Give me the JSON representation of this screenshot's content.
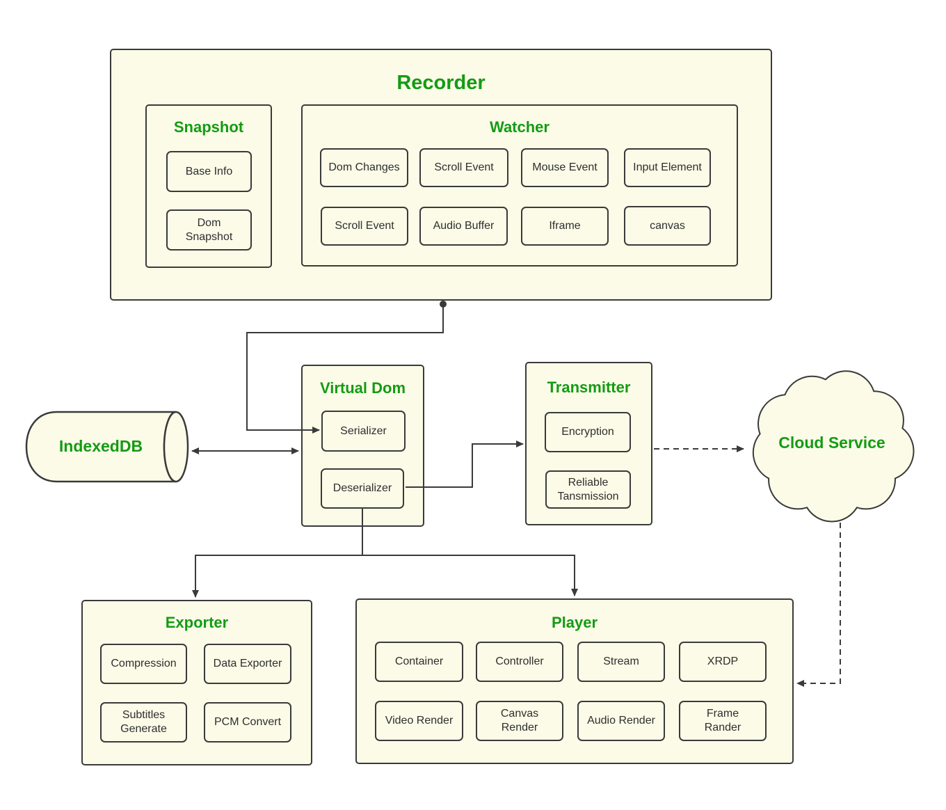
{
  "colors": {
    "accent_green": "#149B14",
    "node_fill": "#FBFBE8",
    "border": "#3a3a3a",
    "text": "#2e2e2e"
  },
  "recorder": {
    "title": "Recorder",
    "snapshot": {
      "title": "Snapshot",
      "items": [
        "Base Info",
        "Dom Snapshot"
      ]
    },
    "watcher": {
      "title": "Watcher",
      "items": [
        "Dom Changes",
        "Scroll Event",
        "Mouse Event",
        "Input Element",
        "Scroll Event",
        "Audio Buffer",
        "Iframe",
        "canvas"
      ]
    }
  },
  "virtual_dom": {
    "title": "Virtual Dom",
    "items": [
      "Serializer",
      "Deserializer"
    ]
  },
  "transmitter": {
    "title": "Transmitter",
    "items": [
      "Encryption",
      "Reliable Tansmission"
    ]
  },
  "storage": {
    "label": "IndexedDB"
  },
  "cloud": {
    "label": "Cloud Service"
  },
  "exporter": {
    "title": "Exporter",
    "items": [
      "Compression",
      "Data Exporter",
      "Subtitles Generate",
      "PCM Convert"
    ]
  },
  "player": {
    "title": "Player",
    "items": [
      "Container",
      "Controller",
      "Stream",
      "XRDP",
      "Video Render",
      "Canvas Render",
      "Audio Render",
      "Frame Rander"
    ]
  }
}
